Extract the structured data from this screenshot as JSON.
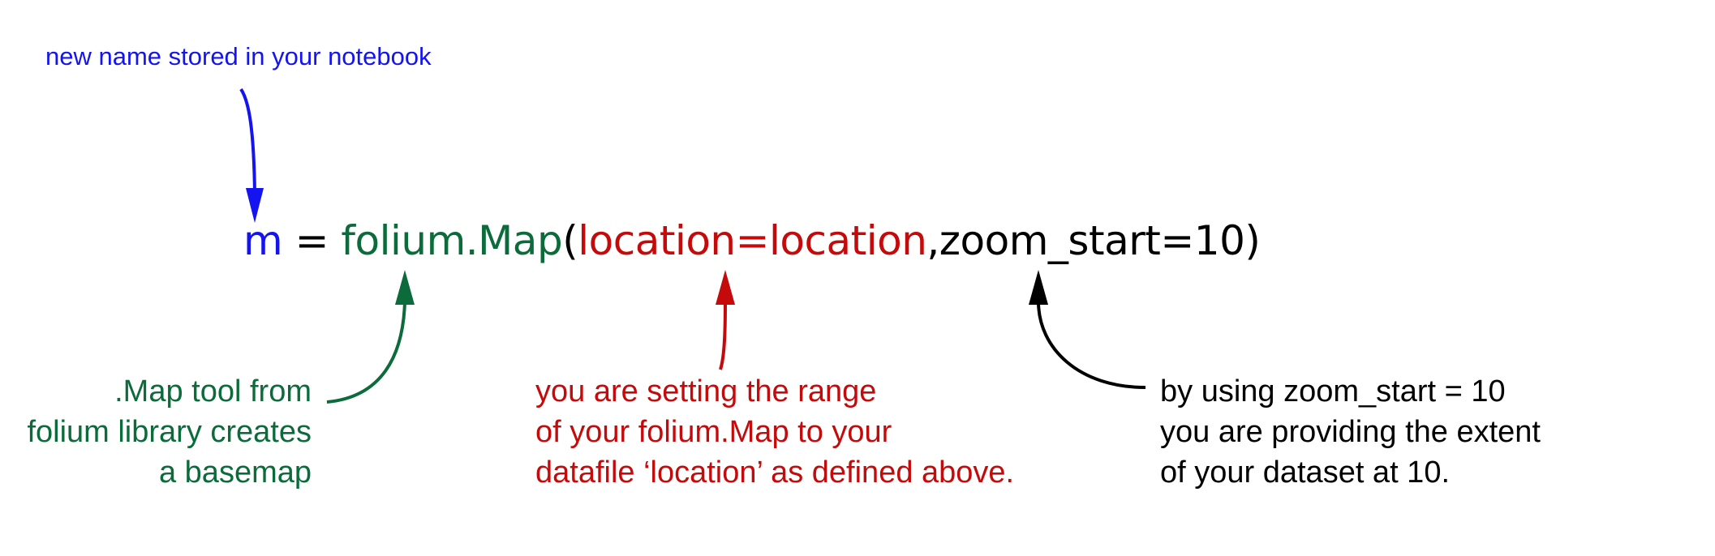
{
  "top_note": {
    "text": "new name stored in your notebook",
    "color": "#1414f0"
  },
  "code": {
    "var": "m",
    "assign": " = ",
    "module_call": "folium.Map",
    "open_paren": "(",
    "param": "location=location",
    "rest": ",zoom_start=10",
    "close_paren": ")"
  },
  "annotations": {
    "green": {
      "color": "#0b6b3a",
      "lines": [
        ".Map tool from",
        "folium library creates",
        "a basemap"
      ]
    },
    "red": {
      "color": "#c40a0a",
      "lines": [
        "you are setting the range",
        "of your folium.Map to your",
        "datafile ‘location’ as defined above."
      ]
    },
    "black": {
      "color": "#000000",
      "lines": [
        "by using zoom_start = 10",
        "you are providing the extent",
        "of your dataset at 10."
      ]
    }
  },
  "arrows": [
    {
      "name": "blue-arrow",
      "color": "#1414f0",
      "points_to": "m"
    },
    {
      "name": "green-arrow",
      "color": "#0b6b3a",
      "points_to": "folium.Map"
    },
    {
      "name": "red-arrow",
      "color": "#c40a0a",
      "points_to": "location=location"
    },
    {
      "name": "black-arrow",
      "color": "#000000",
      "points_to": "zoom_start=10"
    }
  ]
}
